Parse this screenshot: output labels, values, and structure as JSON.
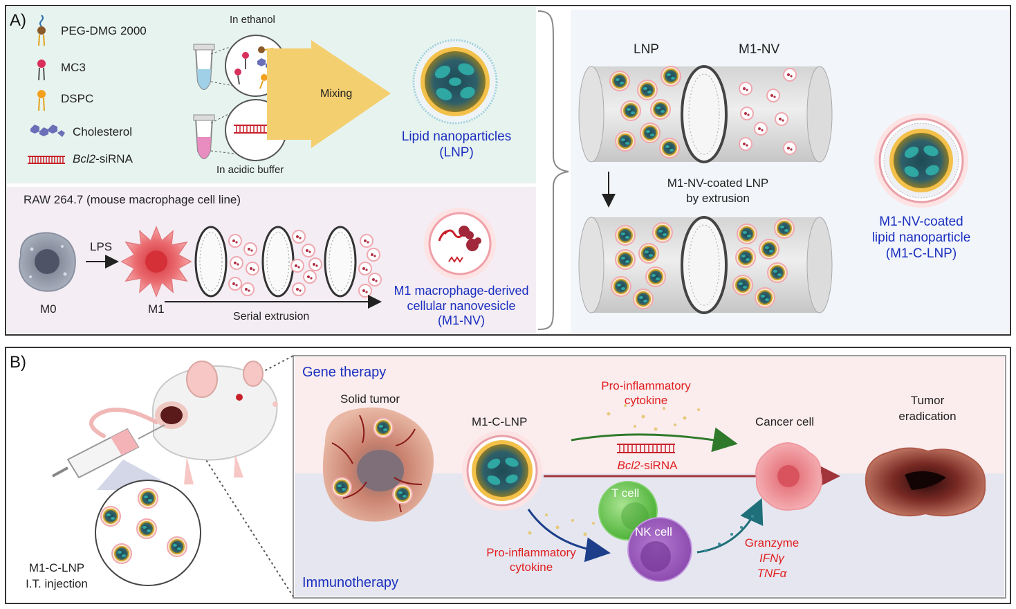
{
  "colors": {
    "blue_text": "#1a2fbf",
    "red_text": "#e02020",
    "mint_bg": "#e7f3ee",
    "lavender_bg": "#f4edf3",
    "pink_bg": "#fbecee",
    "violet_bg": "#e6e6f0",
    "arrow_yellow": "#f3cf6f"
  },
  "panelA": {
    "label": "A)",
    "legend": {
      "peg": "PEG-DMG 2000",
      "mc3": "MC3",
      "dspc": "DSPC",
      "cholesterol": "Cholesterol",
      "sirna_italic": "Bcl2",
      "sirna_rest": "-siRNA"
    },
    "in_ethanol": "In ethanol",
    "in_acidic_buffer": "In acidic buffer",
    "mixing": "Mixing",
    "lnp_label_1": "Lipid nanoparticles",
    "lnp_label_2": "(LNP)",
    "raw_title": "RAW 264.7 (mouse macrophage cell line)",
    "lps": "LPS",
    "m0": "M0",
    "m1": "M1",
    "serial_extrusion": "Serial extrusion",
    "nv_label_1": "M1 macrophage-derived",
    "nv_label_2": "cellular nanovesicle",
    "nv_label_3": "(M1-NV)",
    "lnp_header": "LNP",
    "m1nv_header": "M1-NV",
    "coated_1": "M1-NV-coated LNP",
    "coated_2": "by extrusion",
    "c_lnp_1": "M1-NV-coated",
    "c_lnp_2": "lipid nanoparticle",
    "c_lnp_3": "(M1-C-LNP)"
  },
  "panelB": {
    "label": "B)",
    "injection_1": "M1-C-LNP",
    "injection_2": "I.T. injection",
    "gene_therapy": "Gene therapy",
    "immunotherapy": "Immunotherapy",
    "solid_tumor": "Solid tumor",
    "m1_c_lnp": "M1-C-LNP",
    "pro_top_1": "Pro-inflammatory",
    "pro_top_2": "cytokine",
    "sirna_italic": "Bcl2",
    "sirna_rest": "-siRNA",
    "cancer_cell": "Cancer cell",
    "tumor_erad_1": "Tumor",
    "tumor_erad_2": "eradication",
    "t_cell": "T cell",
    "nk_cell": "NK cell",
    "pro_bottom_1": "Pro-inflammatory",
    "pro_bottom_2": "cytokine",
    "granzyme": "Granzyme",
    "ifn": "IFNγ",
    "tnf": "TNFα"
  }
}
